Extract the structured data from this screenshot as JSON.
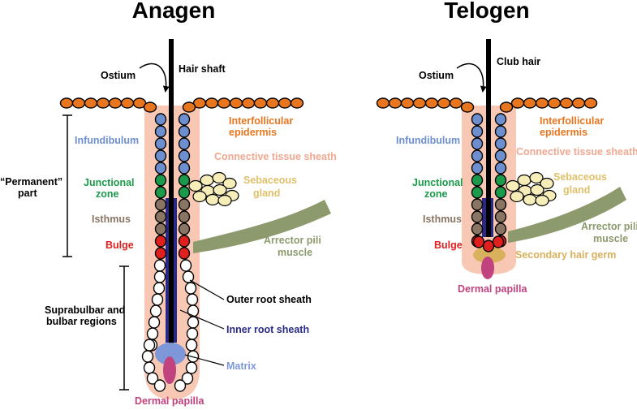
{
  "colors": {
    "epidermis": "#e8761f",
    "infundibulum": "#6d8fd0",
    "junctional": "#1a9a4a",
    "isthmus": "#8a7565",
    "bulge": "#e0201f",
    "sheath": "#f8c8b4",
    "sebaceous": "#f7edb8",
    "sebaceous_text": "#e0c068",
    "arrector": "#8d9a6e",
    "inner_root": "#2a2a86",
    "matrix": "#7d97d8",
    "papilla": "#c0427e",
    "germ": "#d9b05c",
    "connective_text": "#f0a890",
    "shaft": "#000000"
  },
  "panels": [
    {
      "title": "Anagen",
      "labels": {
        "ostium": "Ostium",
        "shaft": "Hair shaft",
        "interfollicular": [
          "Interfollicular",
          "epidermis"
        ],
        "infundibulum": "Infundibulum",
        "connective": "Connective tissue sheath",
        "junctional": [
          "Junctional",
          "zone"
        ],
        "sebaceous": [
          "Sebaceous",
          "gland"
        ],
        "isthmus": "Isthmus",
        "arrector": [
          "Arrector pili",
          "muscle"
        ],
        "bulge": "Bulge",
        "permanent": [
          "“Permanent”",
          "part"
        ],
        "outer_root": "Outer root sheath",
        "suprabulbar": [
          "Suprabulbar and",
          "bulbar regions"
        ],
        "inner_root": "Inner root sheath",
        "matrix": "Matrix",
        "papilla": "Dermal papilla"
      }
    },
    {
      "title": "Telogen",
      "labels": {
        "ostium": "Ostium",
        "shaft": "Club hair",
        "interfollicular": [
          "Interfollicular",
          "epidermis"
        ],
        "infundibulum": "Infundibulum",
        "connective": "Connective tissue sheath",
        "junctional": [
          "Junctional",
          "zone"
        ],
        "sebaceous": [
          "Sebaceous",
          "gland"
        ],
        "isthmus": "Isthmus",
        "arrector": [
          "Arrector pili",
          "muscle"
        ],
        "bulge": "Bulge",
        "germ": "Secondary hair germ",
        "papilla": "Dermal papilla"
      }
    }
  ]
}
